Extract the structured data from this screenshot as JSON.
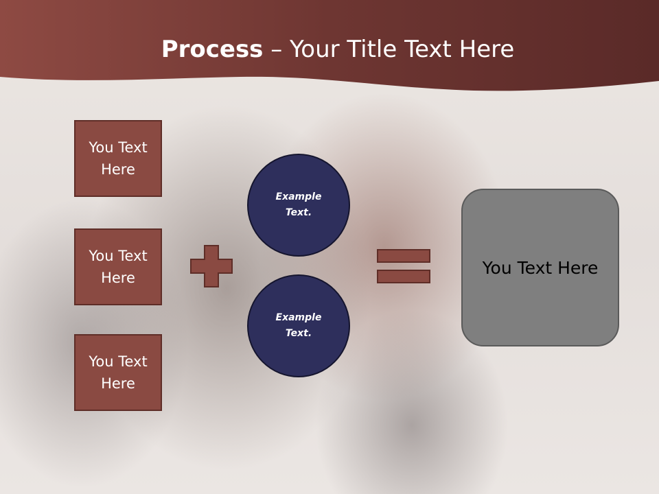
{
  "slide": {
    "title_bold": "Process",
    "title_rest": " – Your Title Text Here",
    "boxes": [
      "You Text Here",
      "You Text Here",
      "You Text Here"
    ],
    "circles": [
      "Example Text.",
      "Example Text."
    ],
    "result": "You Text Here"
  },
  "colors": {
    "header": "#7a3a34",
    "box_fill": "#8a4a42",
    "circle_fill": "#2e2f5c",
    "result_fill": "#7f7f7f"
  },
  "icons": [
    "plus-icon",
    "equals-icon"
  ]
}
